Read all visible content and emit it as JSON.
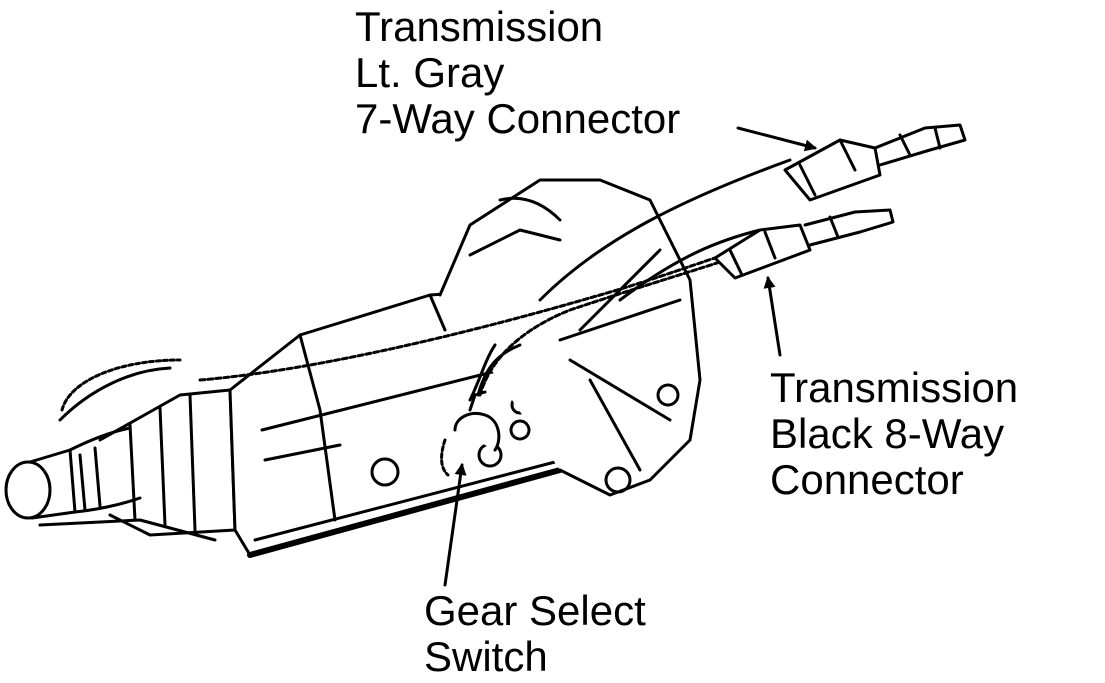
{
  "diagram": {
    "callouts": [
      {
        "id": "7way",
        "lines": [
          "Transmission",
          "Lt. Gray",
          "7-Way Connector"
        ]
      },
      {
        "id": "8way",
        "lines": [
          "Transmission",
          "Black 8-Way",
          "Connector"
        ]
      },
      {
        "id": "gear",
        "lines": [
          "Gear Select",
          "Switch"
        ]
      }
    ]
  },
  "colors": {
    "ink": "#000000",
    "paper": "#ffffff"
  }
}
